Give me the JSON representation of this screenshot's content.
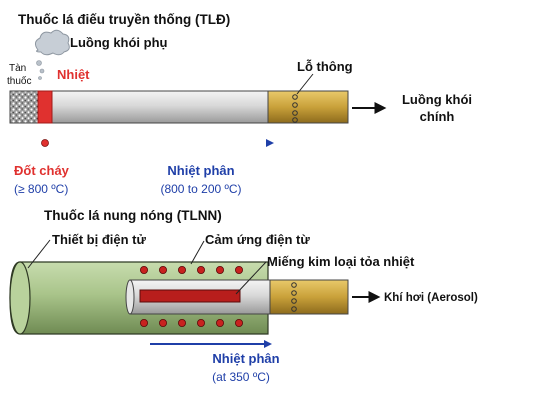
{
  "traditional": {
    "title": "Thuốc lá điếu truyền thống (TLĐ)",
    "side_smoke": "Luồng khói phụ",
    "ash_line1": "Tàn",
    "ash_line2": "thuốc",
    "heat": "Nhiệt",
    "vent": "Lỗ thông",
    "main_smoke_line1": "Luồng khói",
    "main_smoke_line2": "chính",
    "combustion": "Đốt cháy",
    "combustion_temp": "(≥ 800 ºC)",
    "pyrolysis": "Nhiệt phân",
    "pyrolysis_temp": "(800 to 200 ºC)"
  },
  "heated": {
    "title": "Thuốc lá nung nóng (TLNN)",
    "device": "Thiết bị điện tử",
    "induction": "Cảm ứng điện từ",
    "heater": "Miếng kim loại tỏa nhiệt",
    "aerosol": "Khí hơi (Aerosol)",
    "pyrolysis": "Nhiệt phân",
    "pyrolysis_temp": "(at 350 ºC)"
  },
  "colors": {
    "red": "#e0312f",
    "blue": "#1f3fa8",
    "filter": "#c9a13a",
    "device": "#a9c48a"
  }
}
